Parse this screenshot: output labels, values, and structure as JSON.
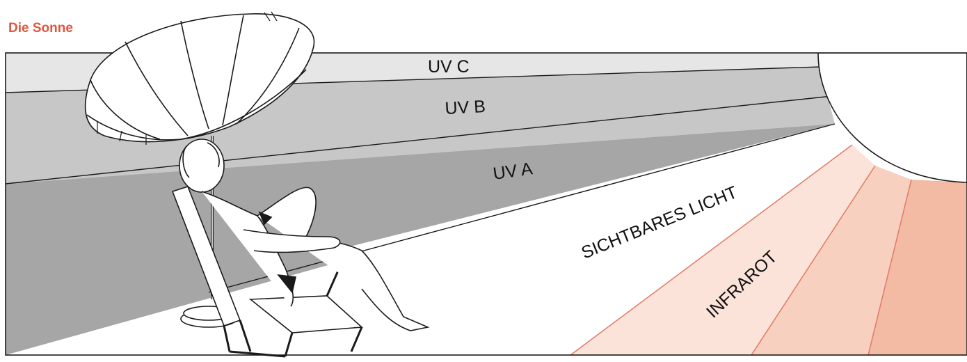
{
  "title": "Die Sonne",
  "bands": {
    "uvc": {
      "label": "UV C",
      "color": "#e6e6e6"
    },
    "uvb": {
      "label": "UV B",
      "color": "#c7c7c7"
    },
    "uva": {
      "label": "UV A",
      "color": "#a6a6a6"
    },
    "visible": {
      "label": "SICHTBARES LICHT",
      "color": "#ffffff"
    },
    "infrared": {
      "label": "INFRAROT",
      "colors": [
        "#fbe3da",
        "#f8d0bf",
        "#f4bba4"
      ]
    }
  },
  "colors": {
    "title": "#e2553e",
    "outline": "#1a1a1a",
    "ray_line": "#e07a63",
    "sun": "#ffffff"
  },
  "illustration": {
    "figure": "woman-in-deckchair",
    "umbrella": "parasol-icon",
    "sun": "sun-icon"
  }
}
